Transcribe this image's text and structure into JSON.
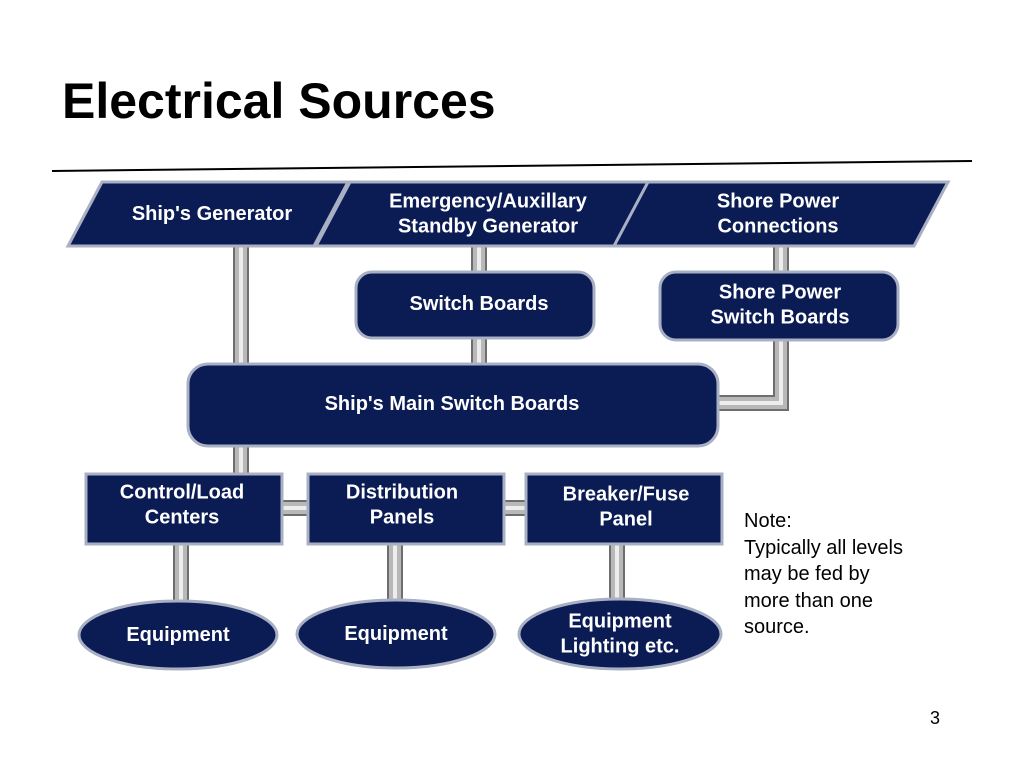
{
  "slide": {
    "title": "Electrical Sources",
    "page_number": "3"
  },
  "colors": {
    "node_fill": "#0b1c55",
    "node_border": "#a9b0c4",
    "connector": "#b8b8b8"
  },
  "diagram": {
    "nodes": {
      "ships_generator": [
        "Ship's Generator"
      ],
      "emergency_generator": [
        "Emergency/Auxillary",
        "Standby Generator"
      ],
      "shore_power_connections": [
        "Shore Power",
        "Connections"
      ],
      "switch_boards": [
        "Switch Boards"
      ],
      "shore_power_switch_boards": [
        "Shore Power",
        "Switch Boards"
      ],
      "main_switch_boards": [
        "Ship's Main Switch Boards"
      ],
      "control_load_centers": [
        "Control/Load",
        "Centers"
      ],
      "distribution_panels": [
        "Distribution",
        "Panels"
      ],
      "breaker_fuse_panel": [
        "Breaker/Fuse",
        "Panel"
      ],
      "equipment_1": [
        "Equipment"
      ],
      "equipment_2": [
        "Equipment"
      ],
      "equipment_lighting": [
        "Equipment",
        "Lighting etc."
      ]
    },
    "edges": [
      [
        "ships_generator",
        "main_switch_boards"
      ],
      [
        "emergency_generator",
        "switch_boards"
      ],
      [
        "switch_boards",
        "main_switch_boards"
      ],
      [
        "shore_power_connections",
        "shore_power_switch_boards"
      ],
      [
        "shore_power_switch_boards",
        "main_switch_boards"
      ],
      [
        "main_switch_boards",
        "control_load_centers"
      ],
      [
        "control_load_centers",
        "distribution_panels"
      ],
      [
        "distribution_panels",
        "breaker_fuse_panel"
      ],
      [
        "control_load_centers",
        "equipment_1"
      ],
      [
        "distribution_panels",
        "equipment_2"
      ],
      [
        "breaker_fuse_panel",
        "equipment_lighting"
      ]
    ]
  },
  "note": {
    "lines": [
      "Note:",
      "Typically  all levels",
      "may be fed by",
      "more than one",
      "source."
    ]
  }
}
